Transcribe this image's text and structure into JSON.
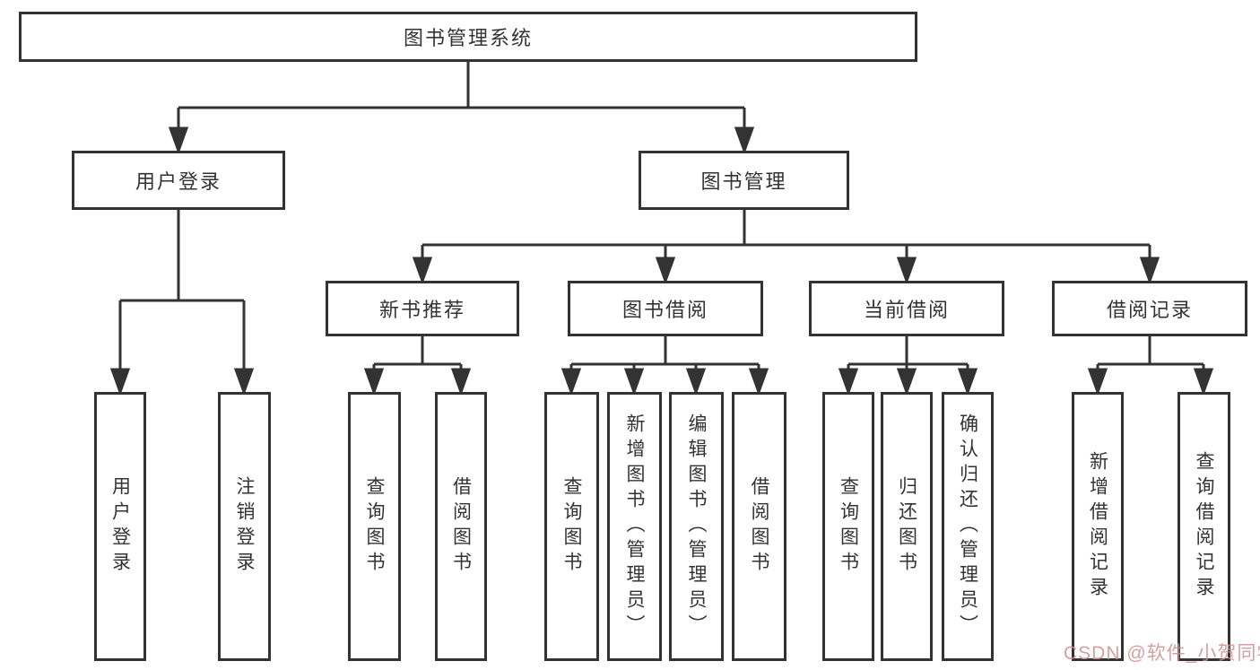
{
  "diagram": {
    "root": {
      "label": "图书管理系统"
    },
    "level2": [
      {
        "label": "用户登录"
      },
      {
        "label": "图书管理"
      }
    ],
    "level3": [
      {
        "label": "新书推荐"
      },
      {
        "label": "图书借阅"
      },
      {
        "label": "当前借阅"
      },
      {
        "label": "借阅记录"
      }
    ],
    "leaves": {
      "login": [
        {
          "label": "用户登录"
        },
        {
          "label": "注销登录"
        }
      ],
      "newbook": [
        {
          "label": "查询图书"
        },
        {
          "label": "借阅图书"
        }
      ],
      "borrow": [
        {
          "label": "查询图书"
        },
        {
          "label": "新增图书（管理员）"
        },
        {
          "label": "编辑图书（管理员）"
        },
        {
          "label": "借阅图书"
        }
      ],
      "current": [
        {
          "label": "查询图书"
        },
        {
          "label": "归还图书"
        },
        {
          "label": "确认归还（管理员）"
        }
      ],
      "records": [
        {
          "label": "新增借阅记录"
        },
        {
          "label": "查询借阅记录"
        }
      ]
    }
  },
  "watermark": {
    "text": "CSDN @软件_小贺同学",
    "color": "#d08f8f"
  },
  "colors": {
    "line": "#333333",
    "background": "#ffffff"
  }
}
